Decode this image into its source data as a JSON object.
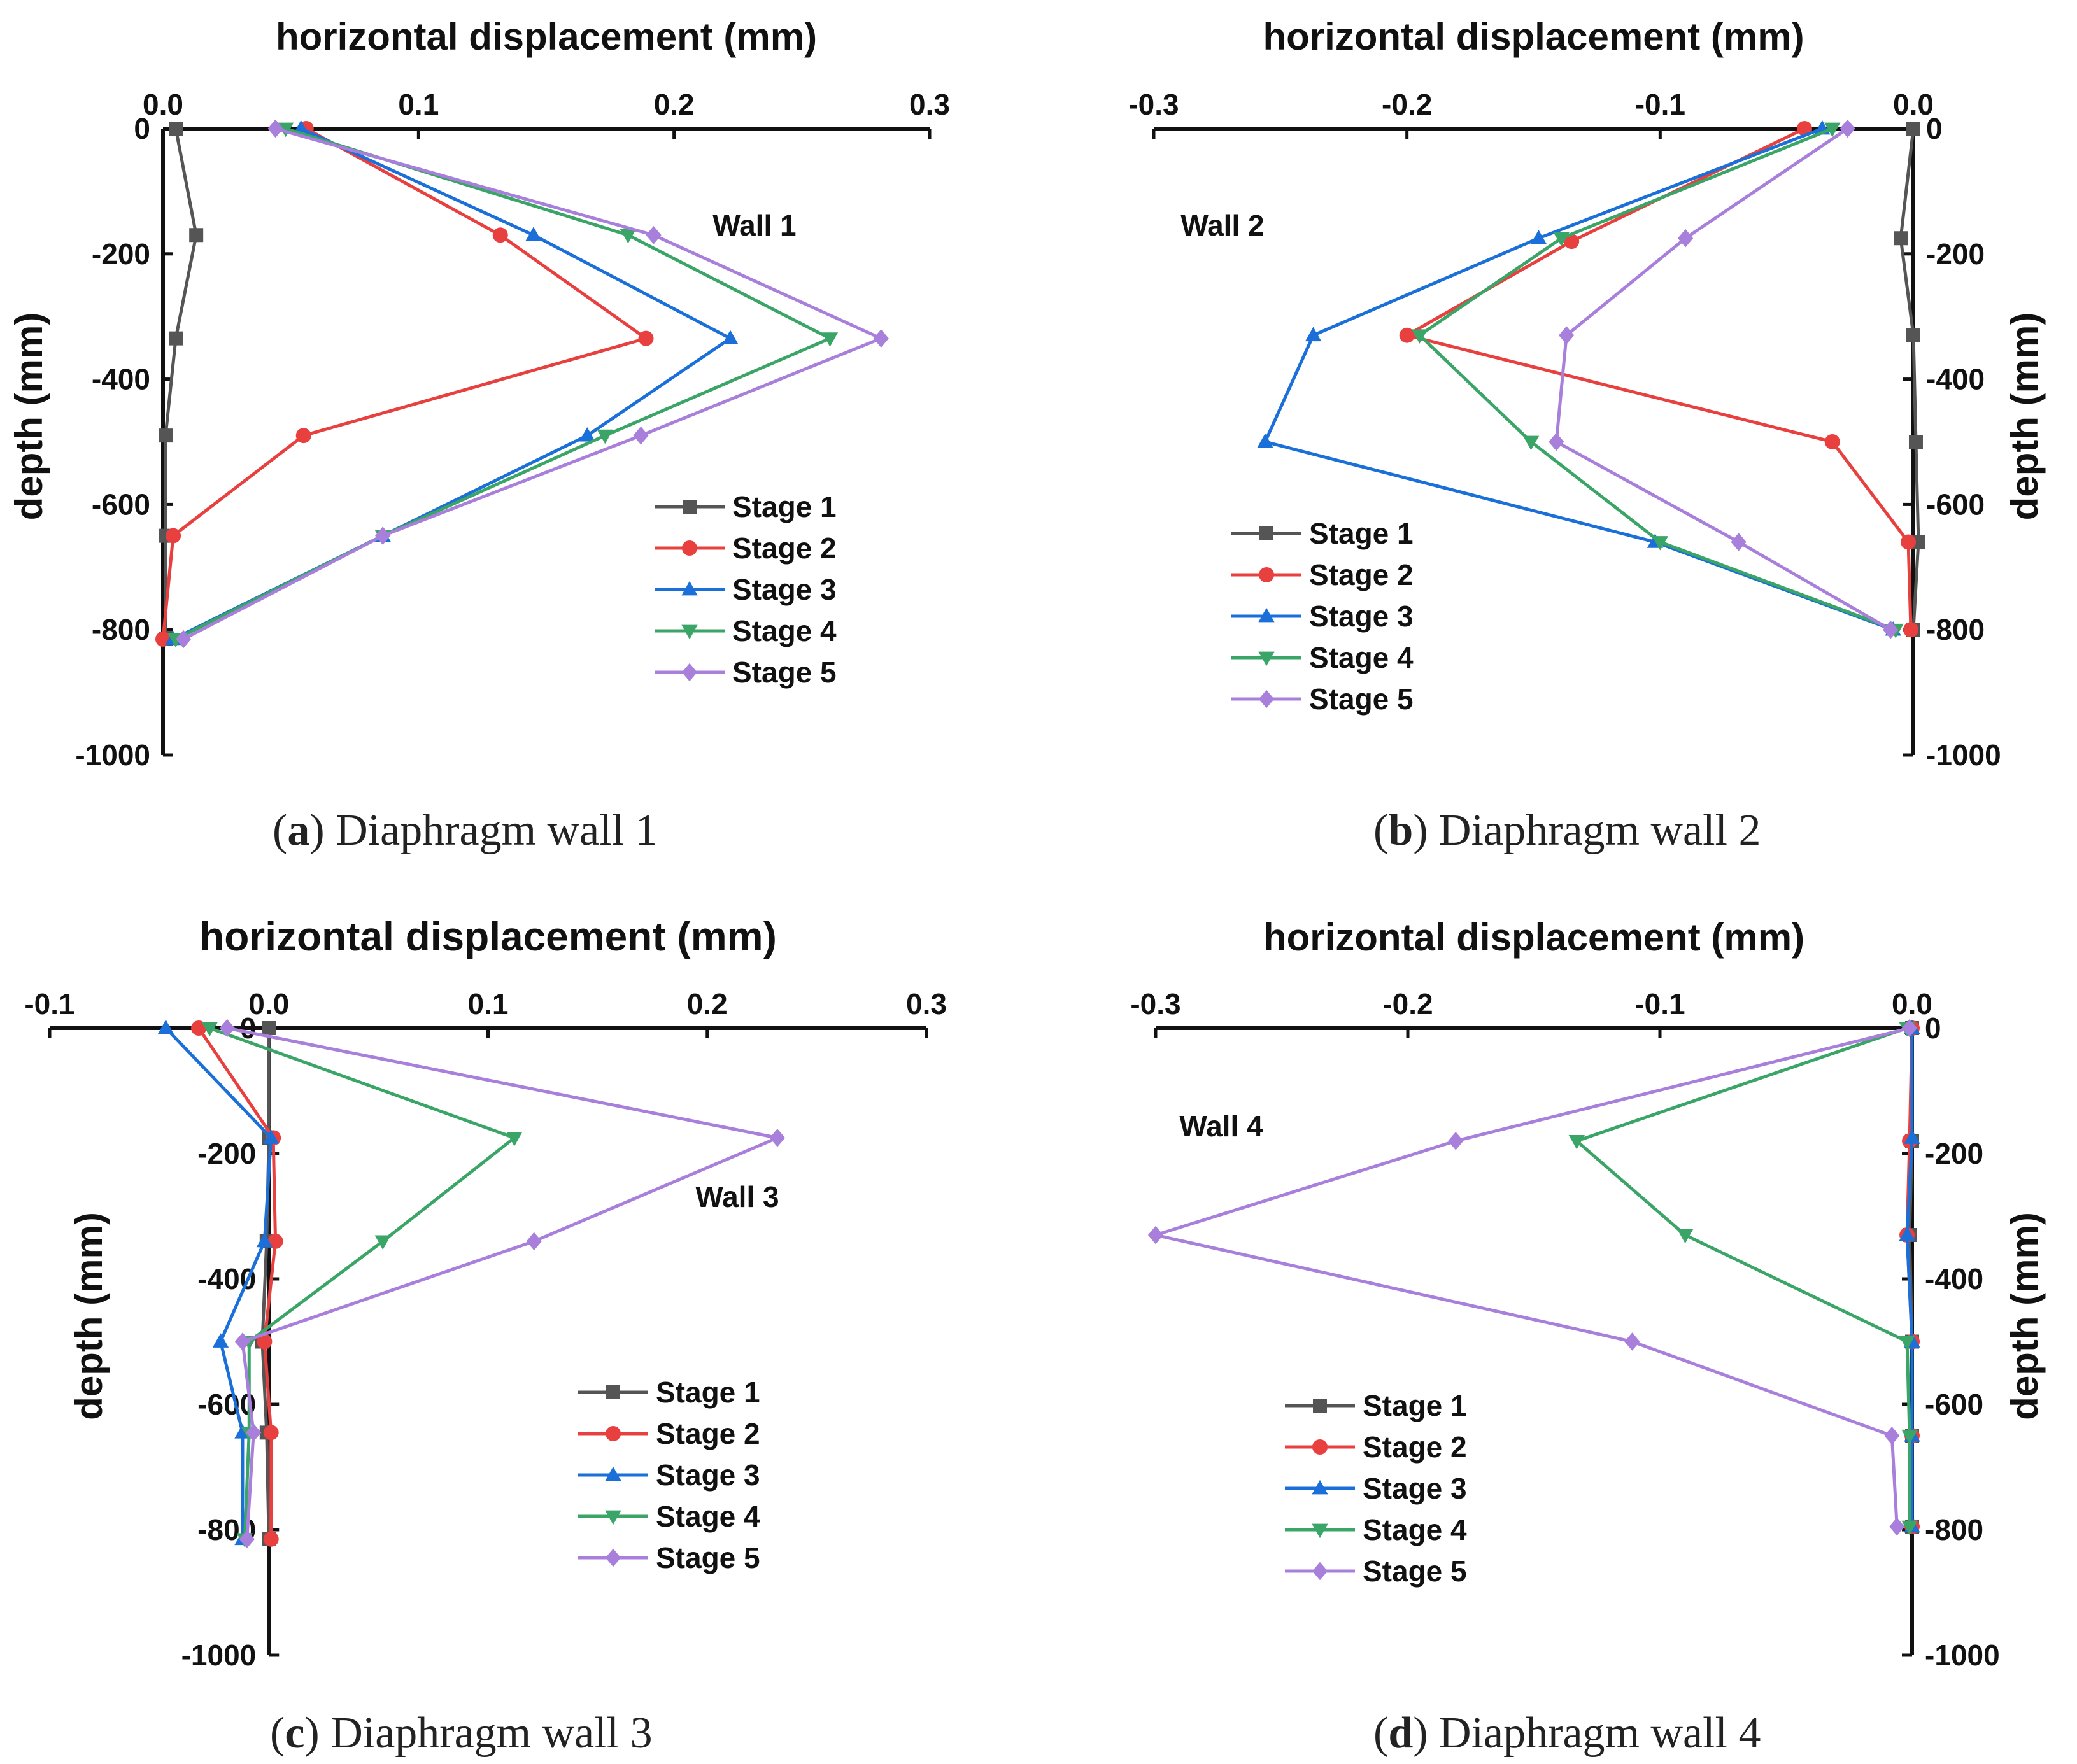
{
  "chart_data": [
    {
      "type": "line",
      "xlabel": "horizontal displacement (mm)",
      "ylabel": "depth (mm)",
      "xlim": [
        0,
        0.3
      ],
      "ylim": [
        -1000,
        0
      ],
      "xticks": [
        "0.0",
        "0.1",
        "0.2",
        "0.3"
      ],
      "yticks": [
        "0",
        "-200",
        "-400",
        "-600",
        "-800",
        "-1000"
      ],
      "annotation": "Wall 1",
      "caption_letter": "a",
      "caption_text": "Diaphragm wall 1",
      "legend_position": "lower-right",
      "series": [
        {
          "name": "Stage 1",
          "points": [
            [
              0.005,
              0
            ],
            [
              0.013,
              -170
            ],
            [
              0.005,
              -335
            ],
            [
              0.001,
              -490
            ],
            [
              0.001,
              -650
            ],
            [
              0.001,
              -815
            ]
          ]
        },
        {
          "name": "Stage 2",
          "points": [
            [
              0.056,
              0
            ],
            [
              0.132,
              -170
            ],
            [
              0.189,
              -335
            ],
            [
              0.055,
              -490
            ],
            [
              0.004,
              -650
            ],
            [
              0.0,
              -815
            ]
          ]
        },
        {
          "name": "Stage 3",
          "points": [
            [
              0.054,
              0
            ],
            [
              0.145,
              -170
            ],
            [
              0.222,
              -335
            ],
            [
              0.166,
              -490
            ],
            [
              0.086,
              -650
            ],
            [
              0.004,
              -815
            ]
          ]
        },
        {
          "name": "Stage 4",
          "points": [
            [
              0.048,
              0
            ],
            [
              0.182,
              -170
            ],
            [
              0.261,
              -335
            ],
            [
              0.173,
              -490
            ],
            [
              0.086,
              -650
            ],
            [
              0.005,
              -815
            ]
          ]
        },
        {
          "name": "Stage 5",
          "points": [
            [
              0.044,
              0
            ],
            [
              0.192,
              -170
            ],
            [
              0.281,
              -335
            ],
            [
              0.187,
              -490
            ],
            [
              0.086,
              -650
            ],
            [
              0.008,
              -815
            ]
          ]
        }
      ]
    },
    {
      "type": "line",
      "xlabel": "horizontal displacement (mm)",
      "ylabel": "depth (mm)",
      "xlim": [
        -0.3,
        0
      ],
      "ylim": [
        -1000,
        0
      ],
      "xticks": [
        "-0.3",
        "-0.2",
        "-0.1",
        "0.0"
      ],
      "yticks": [
        "0",
        "-200",
        "-400",
        "-600",
        "-800",
        "-1000"
      ],
      "annotation": "Wall 2",
      "caption_letter": "b",
      "caption_text": "Diaphragm wall 2",
      "legend_position": "lower-left",
      "series": [
        {
          "name": "Stage 1",
          "points": [
            [
              0.0,
              0
            ],
            [
              -0.005,
              -175
            ],
            [
              0.0,
              -330
            ],
            [
              0.001,
              -500
            ],
            [
              0.002,
              -660
            ],
            [
              0.0,
              -800
            ]
          ]
        },
        {
          "name": "Stage 2",
          "points": [
            [
              -0.043,
              0
            ],
            [
              -0.135,
              -180
            ],
            [
              -0.2,
              -330
            ],
            [
              -0.032,
              -500
            ],
            [
              -0.002,
              -660
            ],
            [
              -0.001,
              -800
            ]
          ]
        },
        {
          "name": "Stage 3",
          "points": [
            [
              -0.036,
              0
            ],
            [
              -0.148,
              -175
            ],
            [
              -0.237,
              -330
            ],
            [
              -0.256,
              -500
            ],
            [
              -0.102,
              -660
            ],
            [
              -0.008,
              -800
            ]
          ]
        },
        {
          "name": "Stage 4",
          "points": [
            [
              -0.032,
              0
            ],
            [
              -0.139,
              -175
            ],
            [
              -0.195,
              -330
            ],
            [
              -0.151,
              -500
            ],
            [
              -0.1,
              -660
            ],
            [
              -0.007,
              -800
            ]
          ]
        },
        {
          "name": "Stage 5",
          "points": [
            [
              -0.026,
              0
            ],
            [
              -0.09,
              -175
            ],
            [
              -0.137,
              -330
            ],
            [
              -0.141,
              -500
            ],
            [
              -0.069,
              -660
            ],
            [
              -0.009,
              -800
            ]
          ]
        }
      ]
    },
    {
      "type": "line",
      "xlabel": "horizontal displacement (mm)",
      "ylabel": "depth (mm)",
      "xlim": [
        -0.1,
        0.3
      ],
      "ylim": [
        -1000,
        0
      ],
      "xticks": [
        "-0.1",
        "0.0",
        "0.1",
        "0.2",
        "0.3"
      ],
      "yticks": [
        "0",
        "-200",
        "-400",
        "-600",
        "-800",
        "-1000"
      ],
      "annotation": "Wall 3",
      "caption_letter": "c",
      "caption_text": "Diaphragm wall 3",
      "legend_position": "lower-right",
      "series": [
        {
          "name": "Stage 1",
          "points": [
            [
              0.0,
              0
            ],
            [
              0.0,
              -175
            ],
            [
              -0.001,
              -340
            ],
            [
              -0.003,
              -500
            ],
            [
              -0.001,
              -645
            ],
            [
              0.0,
              -815
            ]
          ]
        },
        {
          "name": "Stage 2",
          "points": [
            [
              -0.032,
              0
            ],
            [
              0.002,
              -175
            ],
            [
              0.003,
              -340
            ],
            [
              -0.002,
              -500
            ],
            [
              0.001,
              -645
            ],
            [
              0.001,
              -815
            ]
          ]
        },
        {
          "name": "Stage 3",
          "points": [
            [
              -0.047,
              0
            ],
            [
              0.001,
              -175
            ],
            [
              -0.002,
              -340
            ],
            [
              -0.022,
              -500
            ],
            [
              -0.012,
              -645
            ],
            [
              -0.012,
              -815
            ]
          ]
        },
        {
          "name": "Stage 4",
          "points": [
            [
              -0.027,
              0
            ],
            [
              0.112,
              -175
            ],
            [
              0.052,
              -340
            ],
            [
              -0.009,
              -500
            ],
            [
              -0.009,
              -645
            ],
            [
              -0.011,
              -815
            ]
          ]
        },
        {
          "name": "Stage 5",
          "points": [
            [
              -0.019,
              0
            ],
            [
              0.232,
              -175
            ],
            [
              0.121,
              -340
            ],
            [
              -0.012,
              -500
            ],
            [
              -0.007,
              -645
            ],
            [
              -0.01,
              -815
            ]
          ]
        }
      ]
    },
    {
      "type": "line",
      "xlabel": "horizontal displacement (mm)",
      "ylabel": "depth (mm)",
      "xlim": [
        -0.3,
        0
      ],
      "ylim": [
        -1000,
        0
      ],
      "xticks": [
        "-0.3",
        "-0.2",
        "-0.1",
        "0.0"
      ],
      "yticks": [
        "0",
        "-200",
        "-400",
        "-600",
        "-800",
        "-1000"
      ],
      "annotation": "Wall 4",
      "caption_letter": "d",
      "caption_text": "Diaphragm wall 4",
      "legend_position": "lower-left",
      "series": [
        {
          "name": "Stage 1",
          "points": [
            [
              0.0,
              0
            ],
            [
              0.0,
              -180
            ],
            [
              -0.001,
              -330
            ],
            [
              0.0,
              -500
            ],
            [
              0.0,
              -650
            ],
            [
              0.0,
              -795
            ]
          ]
        },
        {
          "name": "Stage 2",
          "points": [
            [
              0.0,
              0
            ],
            [
              -0.001,
              -180
            ],
            [
              -0.002,
              -330
            ],
            [
              0.0,
              -500
            ],
            [
              0.0,
              -650
            ],
            [
              0.0,
              -795
            ]
          ]
        },
        {
          "name": "Stage 3",
          "points": [
            [
              0.0,
              0
            ],
            [
              0.0,
              -175
            ],
            [
              -0.002,
              -330
            ],
            [
              0.0,
              -500
            ],
            [
              0.0,
              -650
            ],
            [
              0.0,
              -795
            ]
          ]
        },
        {
          "name": "Stage 4",
          "points": [
            [
              -0.002,
              0
            ],
            [
              -0.133,
              -180
            ],
            [
              -0.09,
              -330
            ],
            [
              -0.002,
              -500
            ],
            [
              -0.001,
              -650
            ],
            [
              -0.001,
              -795
            ]
          ]
        },
        {
          "name": "Stage 5",
          "points": [
            [
              -0.001,
              0
            ],
            [
              -0.181,
              -180
            ],
            [
              -0.3,
              -330
            ],
            [
              -0.111,
              -500
            ],
            [
              -0.008,
              -650
            ],
            [
              -0.006,
              -795
            ]
          ]
        }
      ]
    }
  ],
  "series_colors": [
    "#555555",
    "#e8403f",
    "#1a6fd8",
    "#3aa566",
    "#a97fdc"
  ],
  "series_markers": [
    "square",
    "circle",
    "triangle-up",
    "triangle-down",
    "diamond"
  ]
}
